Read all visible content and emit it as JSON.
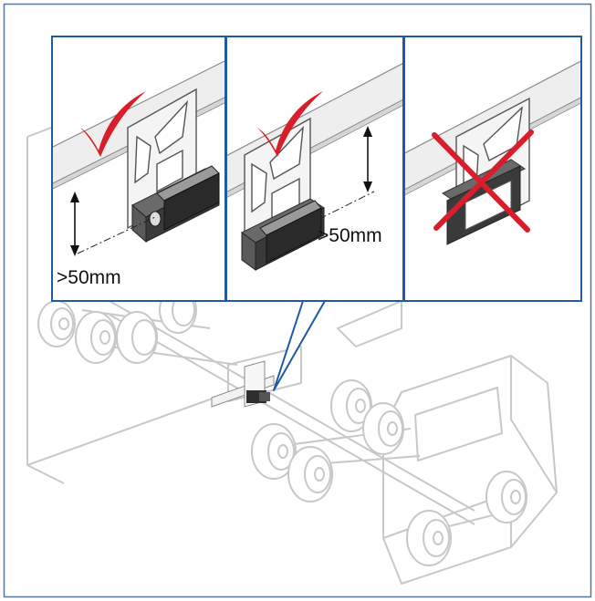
{
  "colors": {
    "frame": "#5a7796",
    "panel_border": "#1f5aa6",
    "check": "#d81e2a",
    "cross": "#d81e2a",
    "truck_outline": "#c8c8c8",
    "beam_fill": "#eeeeee",
    "beam_stroke": "#8a8a8a",
    "sensor_dark": "#3a3a3a"
  },
  "panels": [
    {
      "id": "panel-1",
      "status": "correct",
      "status_icon": "checkmark-icon",
      "distance_label": ">50mm"
    },
    {
      "id": "panel-2",
      "status": "correct",
      "status_icon": "checkmark-icon",
      "distance_label": ">50mm"
    },
    {
      "id": "panel-3",
      "status": "incorrect",
      "status_icon": "cross-icon",
      "distance_label": ""
    }
  ]
}
